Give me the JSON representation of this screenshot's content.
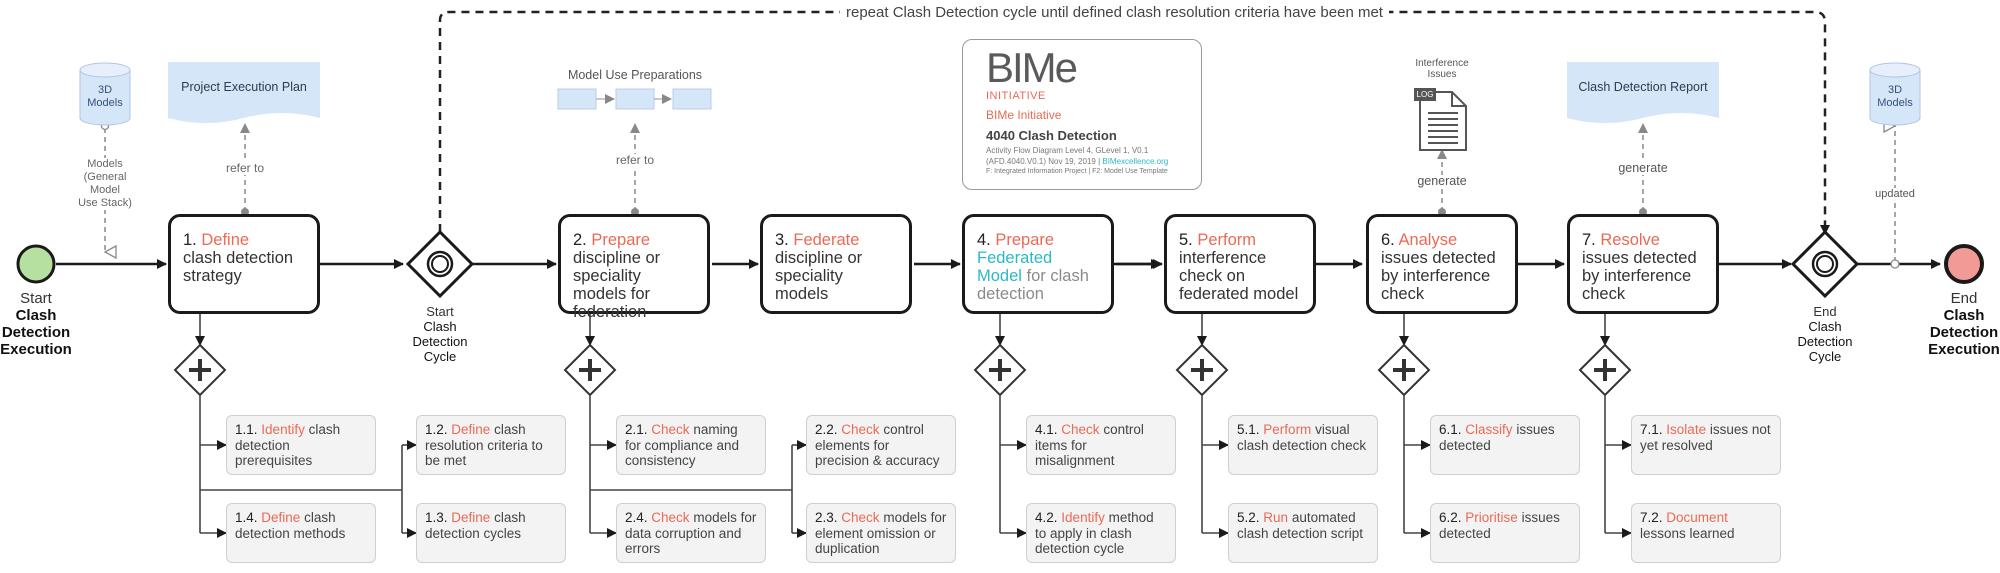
{
  "loop_label": "repeat  Clash Detection cycle until defined clash resolution criteria have been met",
  "start_event": {
    "line1": "Start",
    "line2": "Clash",
    "line3": "Detection",
    "line4": "Execution"
  },
  "end_event": {
    "line1": "End",
    "line2": "Clash",
    "line3": "Detection",
    "line4": "Execution"
  },
  "start_cycle": {
    "line1": "Start",
    "line2": "Clash",
    "line3": "Detection",
    "line4": "Cycle"
  },
  "end_cycle": {
    "line1": "End",
    "line2": "Clash",
    "line3": "Detection",
    "line4": "Cycle"
  },
  "models_start": {
    "label": "3D Models",
    "note1": "Models",
    "note2": "(General",
    "note3": "Model",
    "note4": "Use Stack)"
  },
  "models_end": {
    "label": "3D Models",
    "note": "updated"
  },
  "docs": {
    "pep": "Project Execution Plan",
    "pep_relation": "refer to",
    "mup": "Model Use Preparations",
    "mup_relation": "refer to",
    "interference": "Interference Issues",
    "log": "LOG",
    "interference_relation": "generate",
    "report": "Clash Detection Report",
    "report_relation": "generate"
  },
  "logo": {
    "brand": "BIMe",
    "initiative": "INITIATIVE",
    "badge": "4040",
    "org": "BIMe Initiative",
    "title": "4040 Clash Detection",
    "line1": "Activity Flow Diagram Level 4, GLevel 1, V0.1",
    "line2a": "(AFD.4040.V0.1) Nov 19, 2019 |",
    "line2b": "BIMexcellence.org",
    "line3": "F: Integrated Information Project | F2: Model Use Template"
  },
  "tasks": [
    {
      "num": "1.",
      "verb": "Define",
      "rest": "clash detection strategy"
    },
    {
      "num": "2.",
      "verb": "Prepare",
      "rest": "discipline or speciality models for federation"
    },
    {
      "num": "3.",
      "verb": "Federate",
      "rest": "discipline or speciality models"
    },
    {
      "num": "4.",
      "verb": "Prepare",
      "teal": "Federated Model",
      "rest": "for clash detection"
    },
    {
      "num": "5.",
      "verb": "Perform",
      "rest": "interference check on federated model"
    },
    {
      "num": "6.",
      "verb": "Analyse",
      "rest": "issues detected by interference check"
    },
    {
      "num": "7.",
      "verb": "Resolve",
      "rest": "issues detected by interference check"
    }
  ],
  "subtasks": [
    {
      "num": "1.1.",
      "verb": "Identify",
      "rest": "clash detection prerequisites"
    },
    {
      "num": "1.2.",
      "verb": "Define",
      "rest": "clash resolution criteria to be met"
    },
    {
      "num": "1.4.",
      "verb": "Define",
      "rest": "clash detection methods"
    },
    {
      "num": "1.3.",
      "verb": "Define",
      "rest": "clash detection cycles"
    },
    {
      "num": "2.1.",
      "verb": "Check",
      "rest": "naming for compliance and consistency"
    },
    {
      "num": "2.2.",
      "verb": "Check",
      "rest": "control elements for precision & accuracy"
    },
    {
      "num": "2.4.",
      "verb": "Check",
      "rest": "models for data corruption and errors"
    },
    {
      "num": "2.3.",
      "verb": "Check",
      "rest": "models for element omission or duplication"
    },
    {
      "num": "4.1.",
      "verb": "Check",
      "rest": "control items for misalignment"
    },
    {
      "num": "4.2.",
      "verb": "Identify",
      "rest": "method to apply in clash detection cycle"
    },
    {
      "num": "5.1.",
      "verb": "Perform",
      "rest": "visual clash detection check"
    },
    {
      "num": "5.2.",
      "verb": "Run",
      "rest": "automated clash detection script"
    },
    {
      "num": "6.1.",
      "verb": "Classify",
      "rest": "issues detected"
    },
    {
      "num": "6.2.",
      "verb": "Prioritise",
      "rest": "issues detected"
    },
    {
      "num": "7.1.",
      "verb": "Isolate",
      "rest": "issues not yet resolved"
    },
    {
      "num": "7.2.",
      "verb": "Document",
      "rest": "lessons learned"
    }
  ],
  "colors": {
    "accent": "#ea6a55",
    "teal": "#2db8c7",
    "start_fill": "#b6e0a0",
    "end_fill": "#f29a96",
    "doc_fill": "#d6e6f9"
  }
}
